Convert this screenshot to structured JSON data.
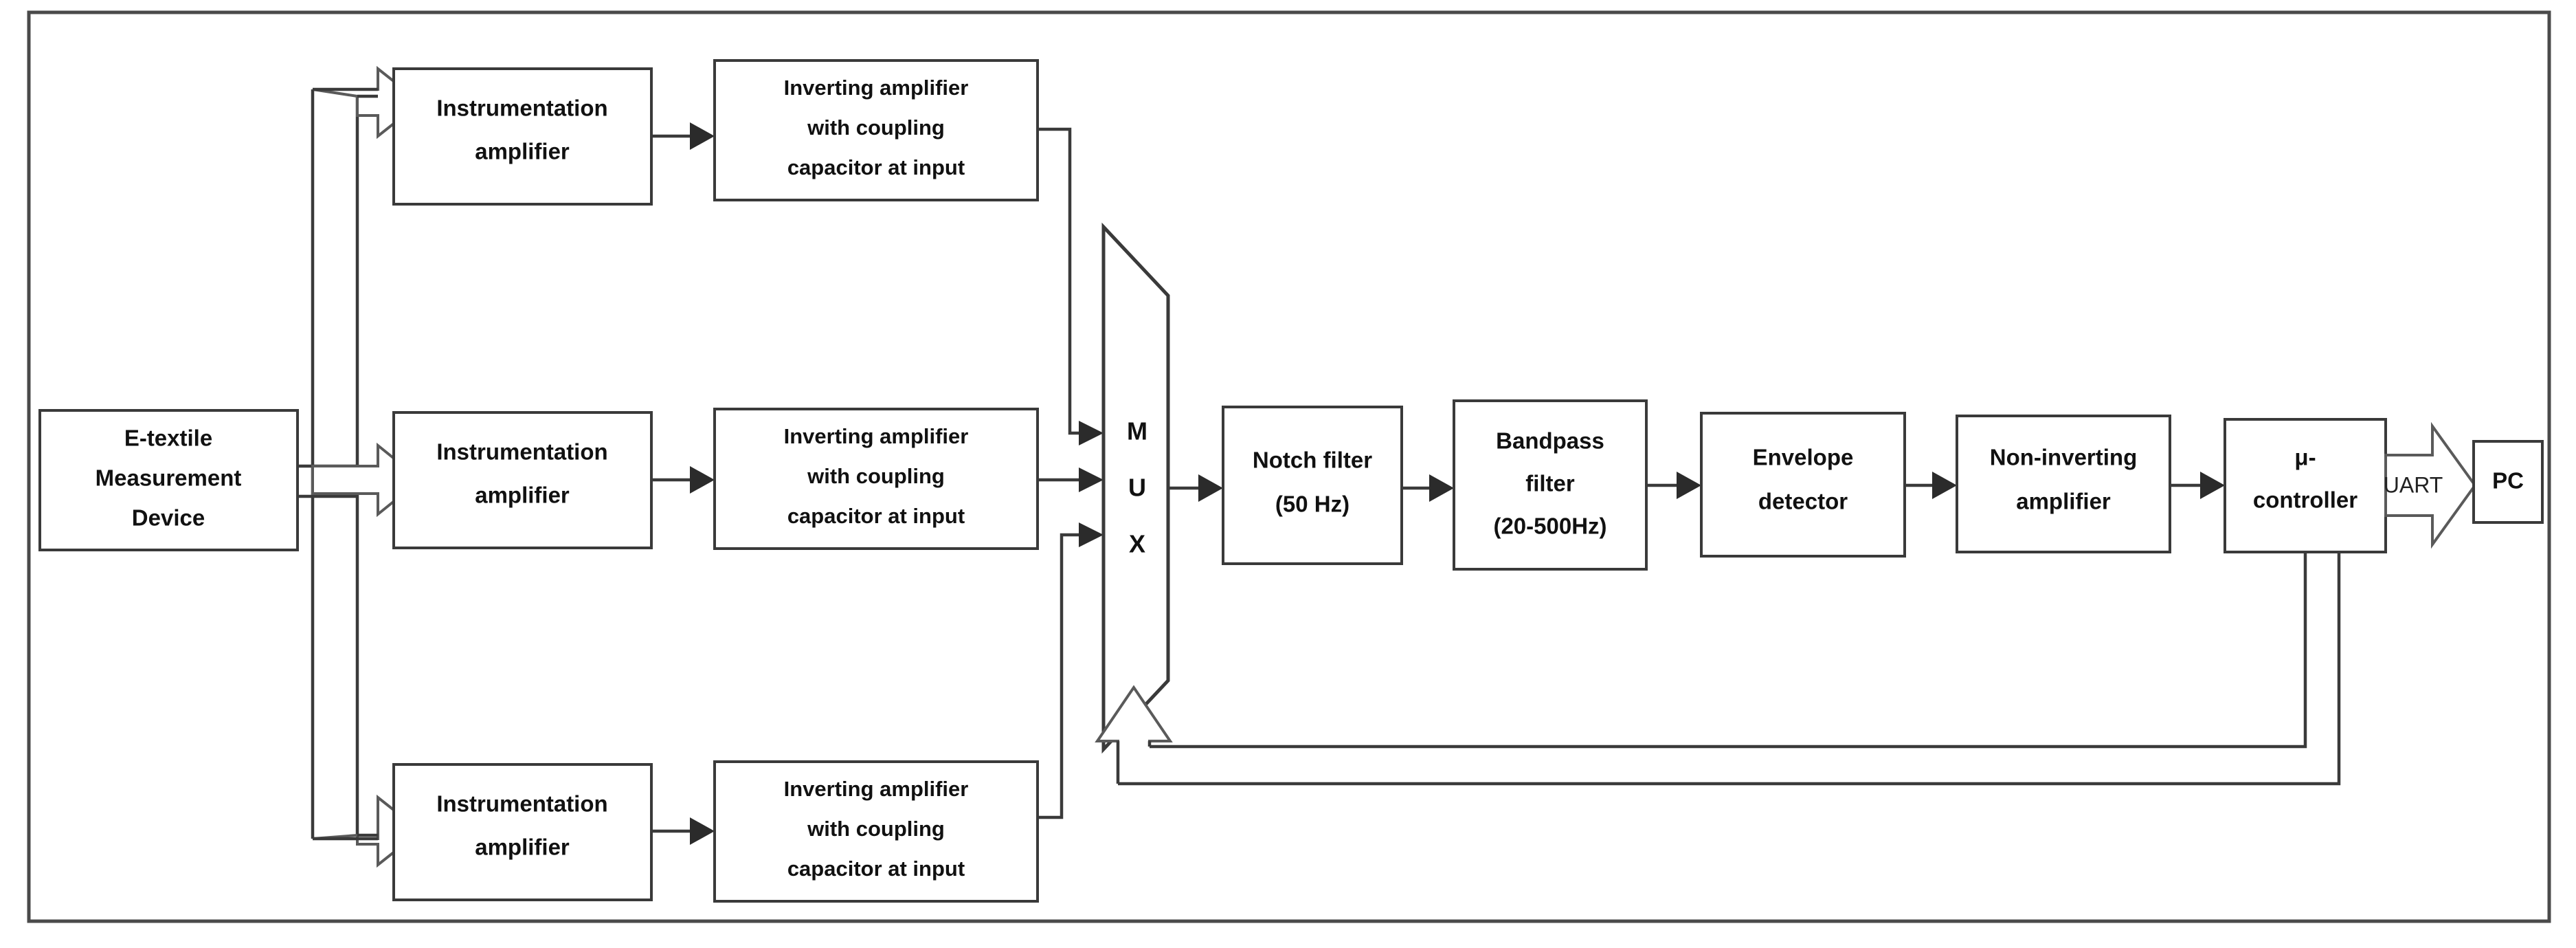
{
  "figure": {
    "type": "block-diagram",
    "domain": "biomedical-signal-acquisition",
    "frame": {
      "border_color": "#4a4a4a"
    }
  },
  "blocks": {
    "source": {
      "id": "e-textile-measurement-device",
      "lines": [
        "E-textile",
        "Measurement",
        "Device"
      ]
    },
    "instrumentation_amplifiers": [
      {
        "id": "instrumentation-amplifier-channel-1",
        "lines": [
          "Instrumentation",
          "amplifier"
        ]
      },
      {
        "id": "instrumentation-amplifier-channel-2",
        "lines": [
          "Instrumentation",
          "amplifier"
        ]
      },
      {
        "id": "instrumentation-amplifier-channel-3",
        "lines": [
          "Instrumentation",
          "amplifier"
        ]
      }
    ],
    "inverting_amplifiers": [
      {
        "id": "inverting-amplifier-channel-1",
        "lines": [
          "Inverting amplifier",
          "with coupling",
          "capacitor at input"
        ]
      },
      {
        "id": "inverting-amplifier-channel-2",
        "lines": [
          "Inverting amplifier",
          "with coupling",
          "capacitor at input"
        ]
      },
      {
        "id": "inverting-amplifier-channel-3",
        "lines": [
          "Inverting amplifier",
          "with coupling",
          "capacitor at input"
        ]
      }
    ],
    "mux": {
      "id": "mux",
      "letters": [
        "M",
        "U",
        "X"
      ]
    },
    "notch_filter": {
      "id": "notch-filter",
      "lines": [
        "Notch filter",
        "(50 Hz)"
      ]
    },
    "bandpass_filter": {
      "id": "bandpass-filter",
      "lines": [
        "Bandpass",
        "filter",
        "(20-500Hz)"
      ]
    },
    "envelope_detector": {
      "id": "envelope-detector",
      "lines": [
        "Envelope",
        "detector"
      ]
    },
    "non_inverting_amplifier": {
      "id": "non-inverting-amplifier",
      "lines": [
        "Non-inverting",
        "amplifier"
      ]
    },
    "microcontroller": {
      "id": "micro-controller",
      "lines": [
        "μ-",
        "controller"
      ]
    },
    "pc": {
      "id": "pc",
      "lines": [
        "PC"
      ]
    }
  },
  "connections": {
    "uart_label": "UART",
    "source_to_channels": "bus-arrow-split-3",
    "channel_to_mux": "signal-arrow",
    "mux_to_notch": "signal-arrow",
    "notch_to_bandpass": "signal-arrow",
    "bandpass_to_envelope": "signal-arrow",
    "envelope_to_noninverting": "signal-arrow",
    "noninverting_to_microcontroller": "signal-arrow",
    "microcontroller_to_pc": "bus-arrow-uart",
    "microcontroller_to_mux_feedback": "bus-arrow-feedback"
  }
}
